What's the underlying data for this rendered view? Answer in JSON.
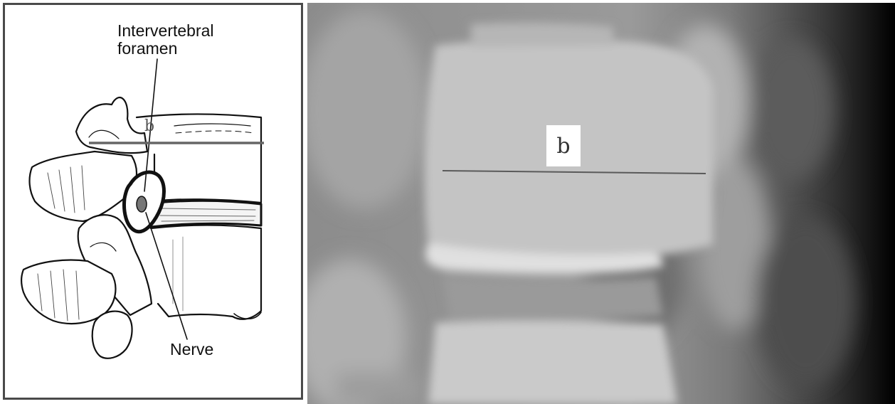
{
  "illustration": {
    "label_foramen": "Intervertebral\nforamen",
    "label_nerve": "Nerve",
    "measure_label": "b"
  },
  "xray": {
    "measure_label": "b"
  }
}
